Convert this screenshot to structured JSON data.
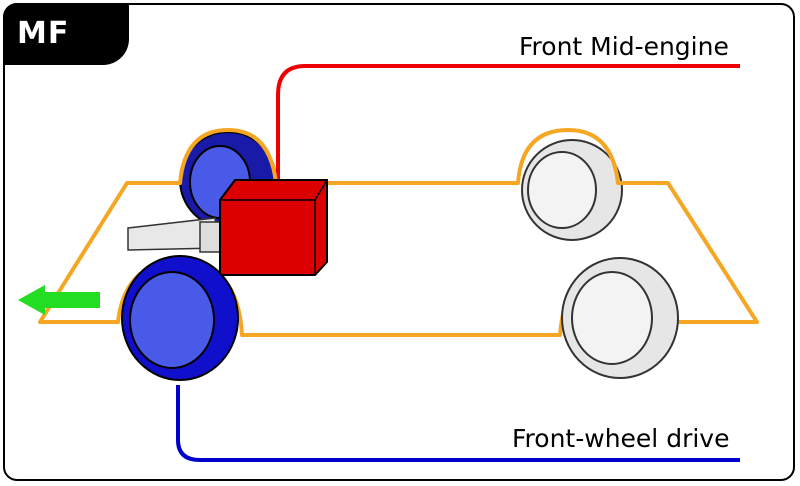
{
  "badge": "MF",
  "labels": {
    "engine": "Front Mid-engine",
    "drive": "Front-wheel drive"
  },
  "colors": {
    "engine_line": "#ee0000",
    "drive_line": "#0000cc",
    "chassis": "#f5a623",
    "arrow": "#22dd22",
    "drive_wheel": "#1010cc",
    "engine": "#dd0000"
  }
}
